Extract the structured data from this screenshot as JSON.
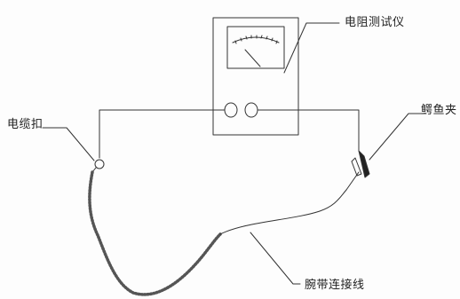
{
  "labels": {
    "resistance_tester": "电阻测试仪",
    "cable_buckle": "电缆扣",
    "alligator_clip": "鳄鱼夹",
    "wristband_cable": "腕带连接线"
  },
  "colors": {
    "line": "#333333",
    "background": "#fdfdfd"
  },
  "icons": {
    "meter": "analog-meter",
    "terminal": "jack-terminal",
    "clip": "alligator-clip-icon",
    "buckle": "cable-buckle-icon"
  }
}
